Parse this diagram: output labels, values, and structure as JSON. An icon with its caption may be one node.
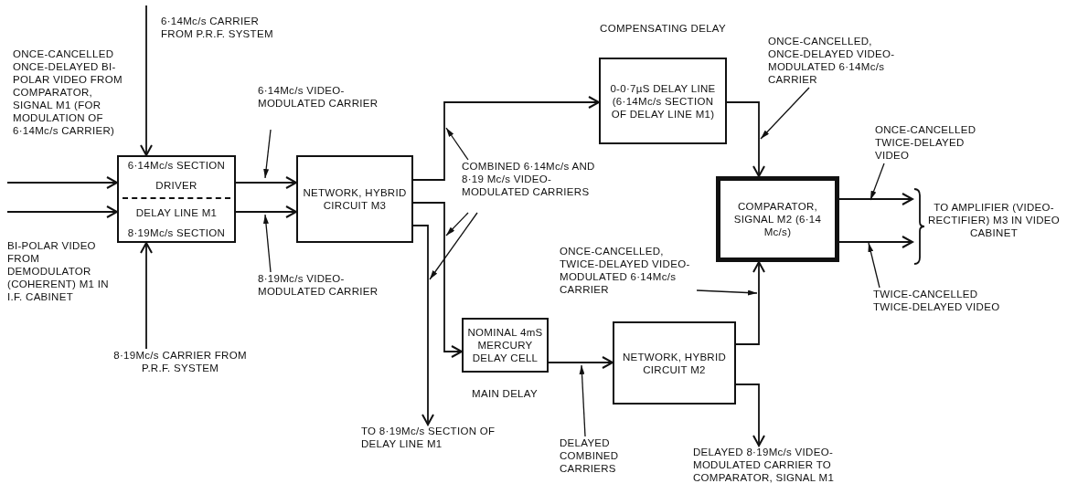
{
  "diagram": {
    "nodes": [
      {
        "text": [
          "6·14Mc/s SECTION",
          "DRIVER",
          "DELAY LINE M1",
          "8·19Mc/s SECTION"
        ]
      },
      {
        "text": [
          "NETWORK, HYBRID CIRCUIT M3"
        ]
      },
      {
        "text": [
          "0-0·7µS DELAY LINE (6·14Mc/s SECTION OF DELAY LINE M1)"
        ],
        "beside": [
          "COMPENSATING DELAY"
        ]
      },
      {
        "text": [
          "NOMINAL 4mS MERCURY DELAY CELL"
        ],
        "beside": [
          "MAIN DELAY"
        ]
      },
      {
        "text": [
          "NETWORK, HYBRID CIRCUIT M2"
        ]
      },
      {
        "text": [
          "COMPARATOR, SIGNAL M2 (6·14 Mc/s)"
        ]
      },
      {
        "text": [
          "6·14Mc/s VIDEO-MODULATED CARRIER"
        ]
      },
      {
        "text": [
          "8·19Mc/s VIDEO-MODULATED CARRIER"
        ]
      },
      {
        "text": [
          "COMBINED 6·14Mc/s AND 8·19 Mc/s VIDEO-MODULATED CARRIERS"
        ]
      },
      {
        "text": [
          "ONCE-CANCELLED, ONCE-DELAYED VIDEO-MODULATED 6·14Mc/s CARRIER"
        ]
      },
      {
        "text": [
          "ONCE-CANCELLED, TWICE-DELAYED VIDEO-MODULATED 6·14Mc/s CARRIER"
        ]
      },
      {
        "text": [
          "DELAYED COMBINED CARRIERS"
        ]
      },
      {
        "text": [
          "ONCE-CANCELLED TWICE-DELAYED VIDEO"
        ]
      },
      {
        "text": [
          "TWICE-CANCELLED TWICE-DELAYED VIDEO"
        ]
      },
      {
        "text": [
          "TO AMPLIFIER (VIDEO-RECTIFIER) M3 IN VIDEO CABINET"
        ]
      },
      {
        "text": [
          "TO 8·19Mc/s SECTION OF DELAY LINE M1"
        ]
      },
      {
        "text": [
          "DELAYED 8·19Mc/s VIDEO-MODULATED CARRIER TO COMPARATOR, SIGNAL M1"
        ]
      },
      {
        "text": [
          "8·19Mc/s CARRIER FROM P.R.F. SYSTEM"
        ]
      }
    ],
    "edges": [
      {
        "from": null,
        "to": 0,
        "arrow": "to"
      },
      {
        "from": null,
        "to": 0,
        "arrow": "to"
      },
      {
        "from": null,
        "to": 0,
        "arrow": "to"
      },
      {
        "from": 17,
        "to": 0,
        "arrow": "to"
      },
      {
        "from": 0,
        "to": 1,
        "arrow": "to"
      },
      {
        "from": 0,
        "to": 1,
        "arrow": "to"
      },
      {
        "from": 1,
        "to": 2,
        "arrow": "to"
      },
      {
        "from": 1,
        "to": 3,
        "arrow": "to"
      },
      {
        "from": 1,
        "to": 15,
        "arrow": "to"
      },
      {
        "from": 3,
        "to": 4,
        "arrow": "to"
      },
      {
        "from": 2,
        "to": 5,
        "arrow": "to"
      },
      {
        "from": 4,
        "to": 5,
        "arrow": "to"
      },
      {
        "from": 4,
        "to": 16,
        "arrow": "to"
      },
      {
        "from": 5,
        "to": 14,
        "arrow": "to"
      },
      {
        "from": 5,
        "to": 14,
        "arrow": "to"
      },
      {
        "from": 6,
        "to": null,
        "arrow": "to"
      },
      {
        "from": 7,
        "to": null,
        "arrow": "to"
      },
      {
        "from": 8,
        "to": null,
        "arrow": "to"
      },
      {
        "from": 8,
        "to": null,
        "arrow": "to"
      },
      {
        "from": 8,
        "to": null,
        "arrow": "to"
      },
      {
        "from": 9,
        "to": null,
        "arrow": "to"
      },
      {
        "from": 10,
        "to": null,
        "arrow": "to"
      },
      {
        "from": 11,
        "to": null,
        "arrow": "to"
      },
      {
        "from": 12,
        "to": null,
        "arrow": "to"
      },
      {
        "from": 13,
        "to": null,
        "arrow": "to"
      }
    ],
    "labels": [
      "6·14Mc/s CARRIER FROM P.R.F. SYSTEM",
      "ONCE-CANCELLED ONCE-DELAYED BI-POLAR VIDEO FROM COMPARATOR, SIGNAL M1 (FOR MODULATION OF 6·14Mc/s CARRIER)",
      "BI-POLAR VIDEO FROM DEMODULATOR (COHERENT) M1 IN I.F. CABINET"
    ]
  }
}
